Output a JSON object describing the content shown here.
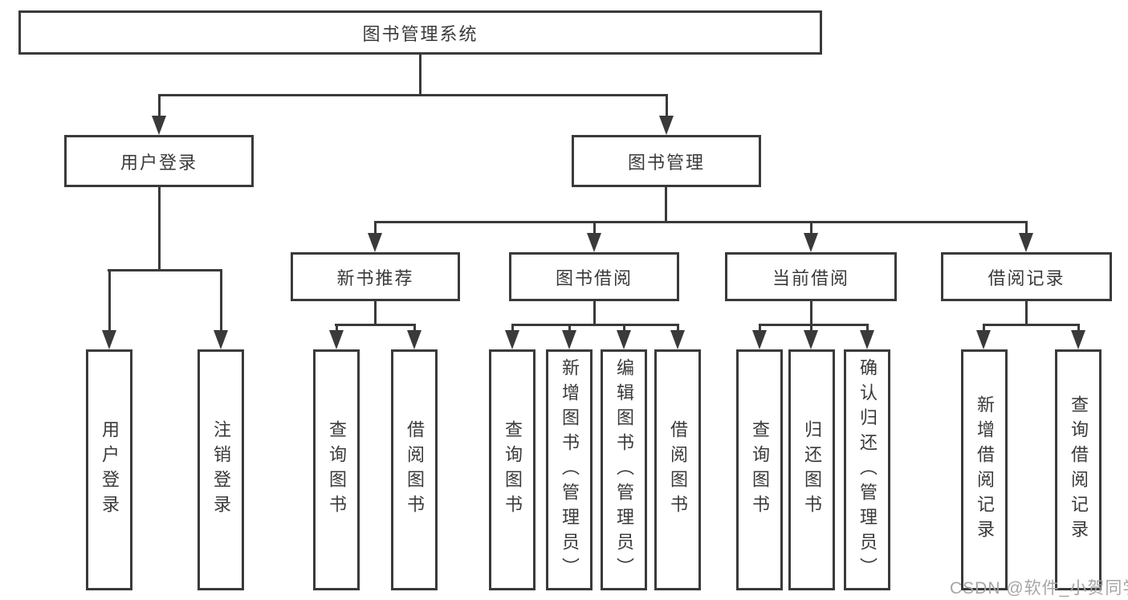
{
  "colors": {
    "line": "#3a3a3a",
    "text": "#3a3a3a",
    "watermark_gray": "#a6a6a6",
    "background": "#ffffff"
  },
  "watermark": "CSDN @软件_小贺同学",
  "tree": {
    "root": "图书管理系统",
    "children": [
      {
        "label": "用户登录",
        "children": [
          "用户登录",
          "注销登录"
        ]
      },
      {
        "label": "图书管理",
        "children": [
          {
            "label": "新书推荐",
            "children": [
              "查询图书",
              "借阅图书"
            ]
          },
          {
            "label": "图书借阅",
            "children": [
              "查询图书",
              "新增图书（管理员）",
              "编辑图书（管理员）",
              "借阅图书"
            ]
          },
          {
            "label": "当前借阅",
            "children": [
              "查询图书",
              "归还图书",
              "确认归还（管理员）"
            ]
          },
          {
            "label": "借阅记录",
            "children": [
              "新增借阅记录",
              "查询借阅记录"
            ]
          }
        ]
      }
    ]
  }
}
